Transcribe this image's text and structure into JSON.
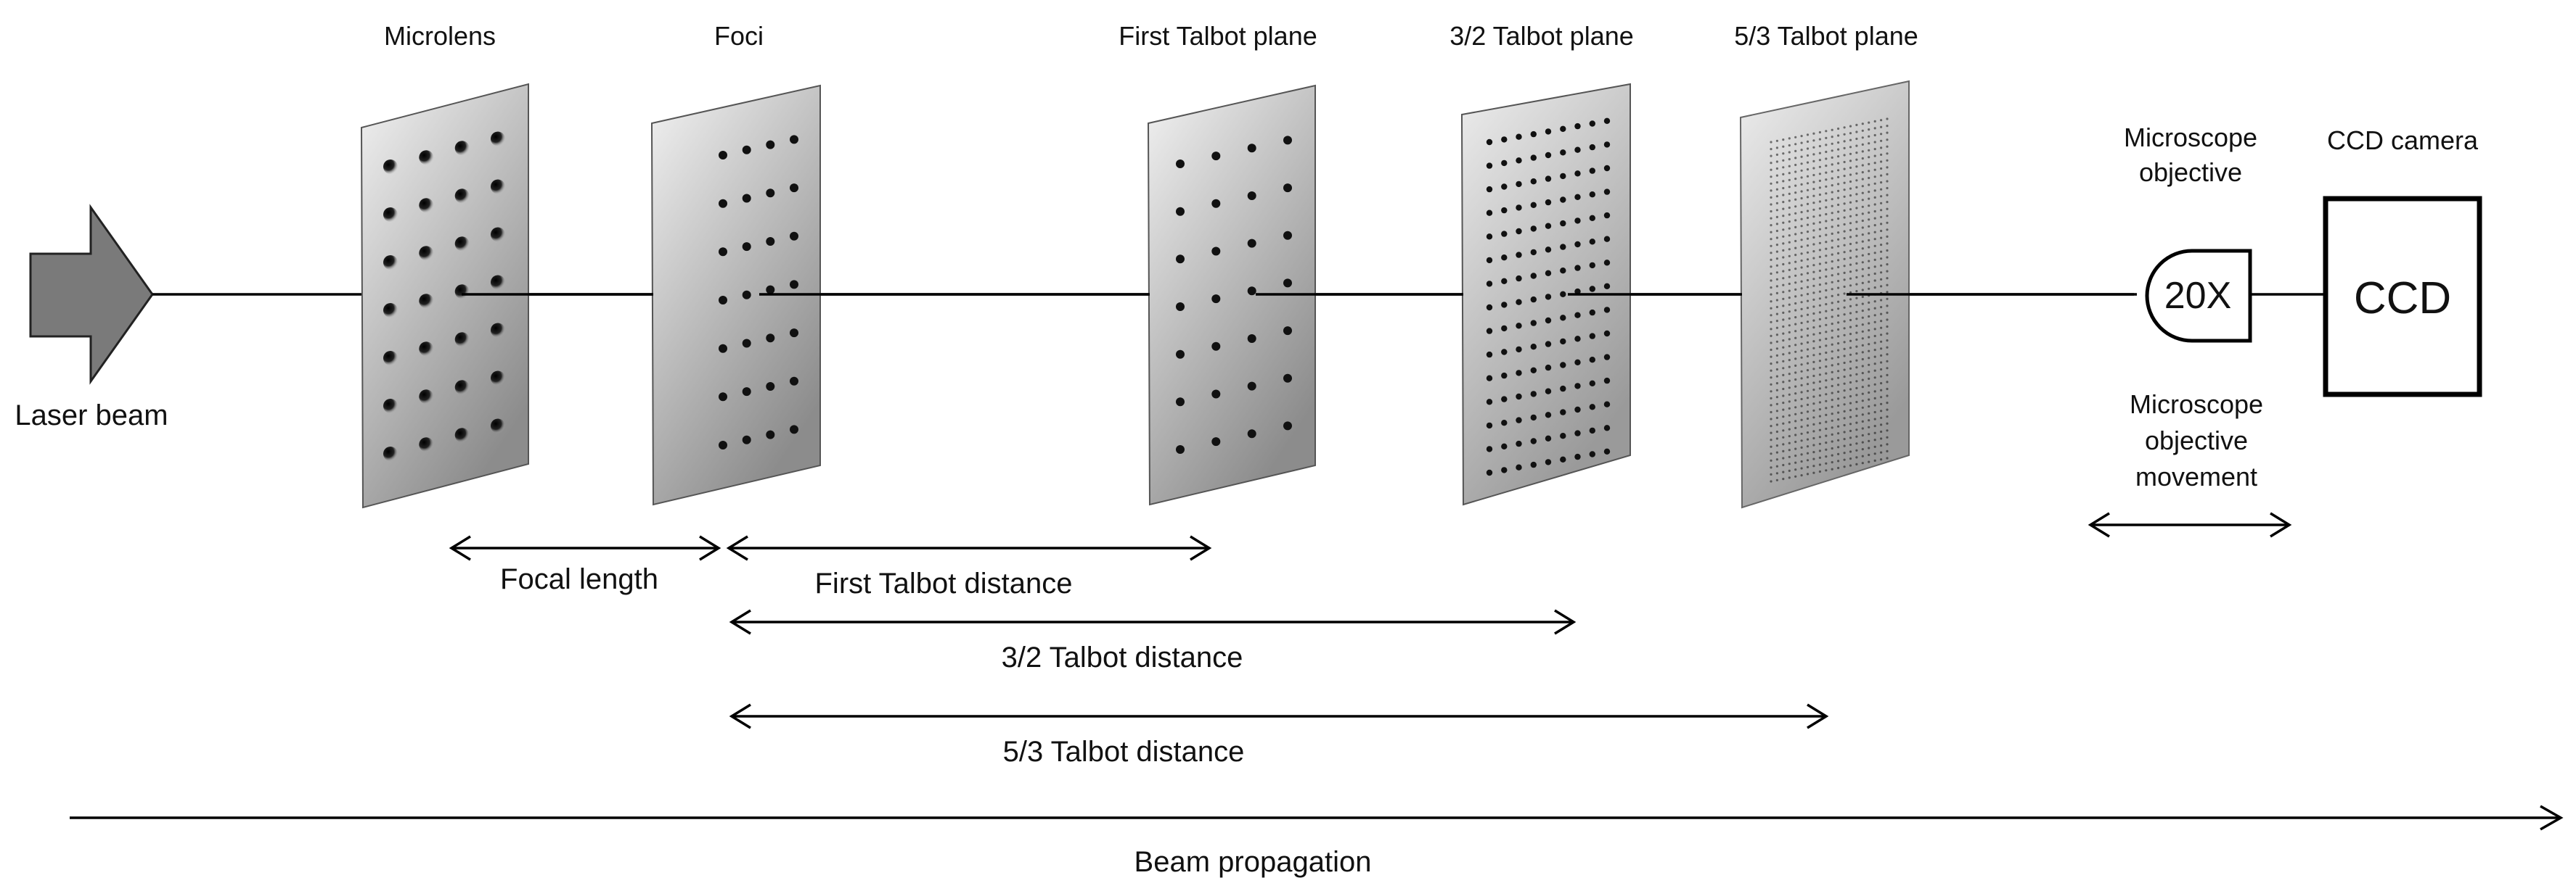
{
  "labels": {
    "microlens": "Microlens",
    "foci": "Foci",
    "first_talbot_plane": "First Talbot plane",
    "three_halves_talbot_plane": "3/2 Talbot plane",
    "five_thirds_talbot_plane": "5/3 Talbot plane",
    "microscope_objective_line1": "Microscope",
    "microscope_objective_line2": "objective",
    "ccd_camera": "CCD camera",
    "laser_beam": "Laser beam",
    "objective_magnification": "20X",
    "ccd": "CCD",
    "movement_line1": "Microscope",
    "movement_line2": "objective",
    "movement_line3": "movement",
    "focal_length": "Focal length",
    "first_talbot_distance": "First Talbot distance",
    "three_halves_talbot_distance": "3/2 Talbot distance",
    "five_thirds_talbot_distance": "5/3 Talbot distance",
    "beam_propagation": "Beam propagation"
  },
  "colors": {
    "line": "#000000",
    "laser_arrow_fill": "#7a7a7a",
    "plate_light": "#eeeeee",
    "plate_dark": "#8a8a8a",
    "dot": "#111111"
  },
  "plates": [
    {
      "name": "microlens",
      "cols": 4,
      "rows": 7
    },
    {
      "name": "foci",
      "cols": 4,
      "rows": 7
    },
    {
      "name": "first-talbot",
      "cols": 4,
      "rows": 7
    },
    {
      "name": "three-halves-talbot",
      "cols": 9,
      "rows": 15
    },
    {
      "name": "five-thirds-talbot",
      "cols": 20,
      "rows": 50
    }
  ]
}
